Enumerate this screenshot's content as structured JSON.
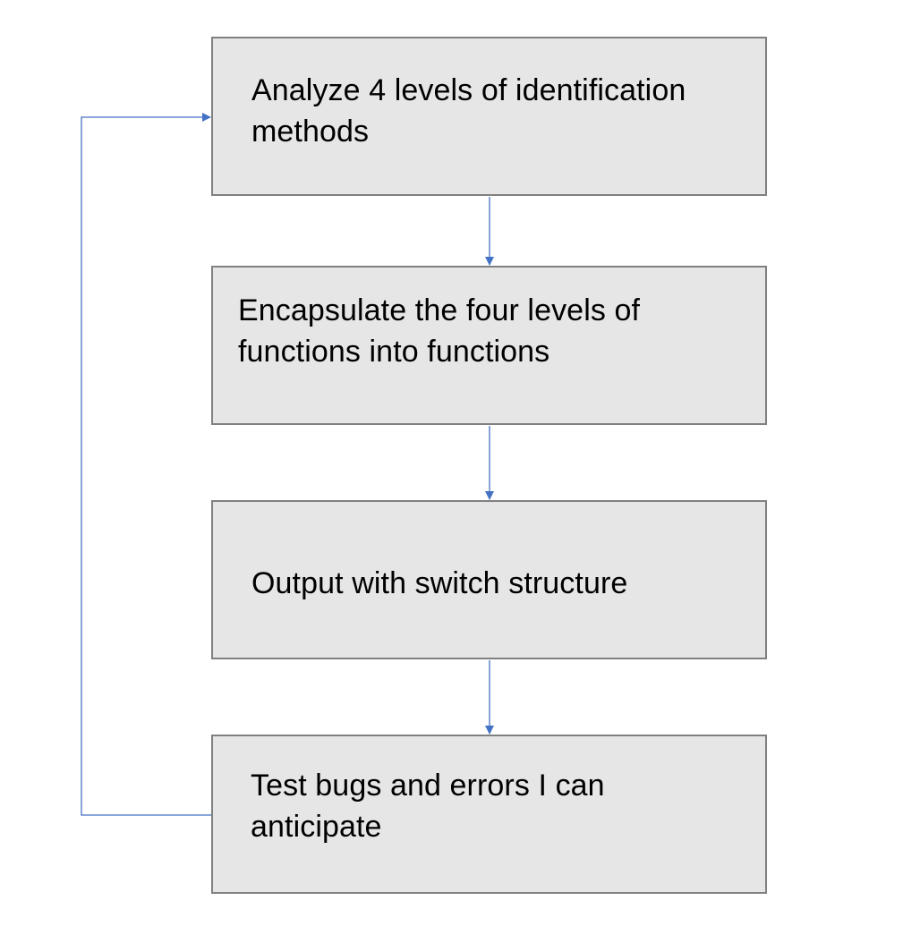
{
  "diagram": {
    "type": "flowchart",
    "steps": [
      {
        "id": "step-1",
        "label": "Analyze 4 levels of identification\nmethods"
      },
      {
        "id": "step-2",
        "label": "Encapsulate the four levels of\nfunctions into functions"
      },
      {
        "id": "step-3",
        "label": "Output with switch structure"
      },
      {
        "id": "step-4",
        "label": "Test bugs and errors I can\nanticipate"
      }
    ],
    "edges": [
      {
        "from": "step-1",
        "to": "step-2"
      },
      {
        "from": "step-2",
        "to": "step-3"
      },
      {
        "from": "step-3",
        "to": "step-4"
      },
      {
        "from": "step-4",
        "to": "step-1",
        "kind": "loop-back"
      }
    ],
    "colors": {
      "box_fill": "#e6e6e6",
      "box_border": "#808080",
      "connector": "#4472c4",
      "text": "#000000"
    }
  }
}
